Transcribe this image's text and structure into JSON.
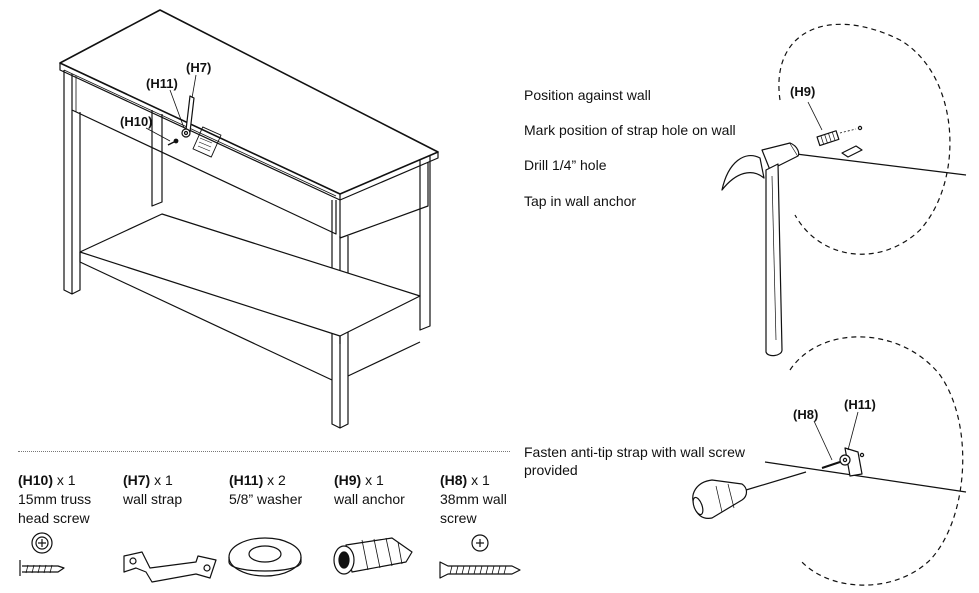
{
  "callouts": {
    "h7": "(H7)",
    "h11_top": "(H11)",
    "h10": "(H10)",
    "h9": "(H9)",
    "h8": "(H8)",
    "h11_bottom": "(H11)"
  },
  "steps": [
    "Position against wall",
    "Mark position of strap hole on wall",
    "Drill 1/4” hole",
    "Tap in wall anchor"
  ],
  "fasten_step": [
    "Fasten anti-tip strap with wall screw",
    "provided"
  ],
  "parts": [
    {
      "code": "(H10)",
      "qty": " x 1",
      "desc": [
        "15mm truss",
        "head screw"
      ],
      "icon": "truss-screw-icon"
    },
    {
      "code": "(H7)",
      "qty": " x 1",
      "desc": [
        "wall strap"
      ],
      "icon": "wall-strap-icon"
    },
    {
      "code": "(H11)",
      "qty": " x 2",
      "desc": [
        "5/8” washer"
      ],
      "icon": "washer-icon"
    },
    {
      "code": "(H9)",
      "qty": " x 1",
      "desc": [
        "wall anchor"
      ],
      "icon": "wall-anchor-icon"
    },
    {
      "code": "(H8)",
      "qty": " x 1",
      "desc": [
        "38mm wall",
        "screw"
      ],
      "icon": "wall-screw-icon"
    }
  ]
}
